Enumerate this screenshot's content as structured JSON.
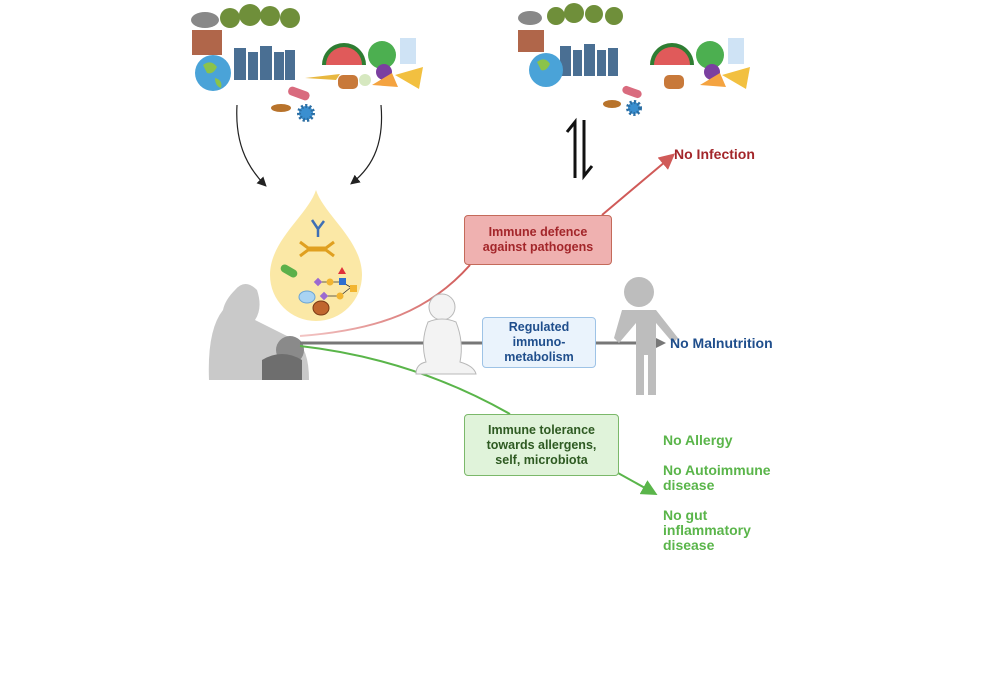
{
  "boxes": {
    "defence": "Immune defence\nagainst pathogens",
    "immunometabolism": "Regulated\nimmuno-\nmetabolism",
    "tolerance": "Immune tolerance\ntowards allergens,\nself, microbiota"
  },
  "outcomes": {
    "infection": "No Infection",
    "malnutrition": "No Malnutrition",
    "allergy": "No Allergy",
    "autoimmune": "No Autoimmune\ndisease",
    "gut": "No gut\ninflammatory\ndisease"
  },
  "colors": {
    "red": "#a3262a",
    "blue": "#1f4e8c",
    "green": "#5ab54a",
    "grey": "#777777"
  }
}
